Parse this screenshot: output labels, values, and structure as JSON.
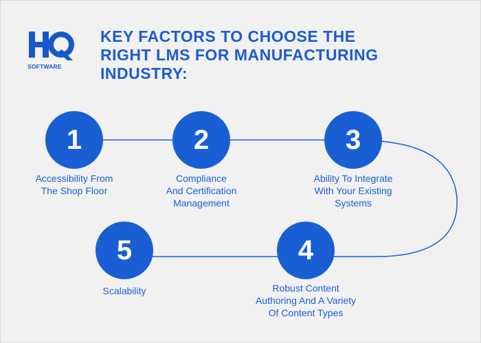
{
  "logo": {
    "mark_text": "HQ",
    "sub_text": "SOFTWARE",
    "color": "#1758c8"
  },
  "title": {
    "lines": [
      "KEY FACTORS TO CHOOSE THE",
      "RIGHT LMS FOR MANUFACTURING",
      "INDUSTRY:"
    ],
    "color": "#1e5bd0"
  },
  "accent_color": "#1a5ed3",
  "steps": [
    {
      "number": "1",
      "label_lines": [
        "Accessibility From",
        "The Shop Floor"
      ]
    },
    {
      "number": "2",
      "label_lines": [
        "Compliance",
        "And Certification",
        "Management"
      ]
    },
    {
      "number": "3",
      "label_lines": [
        "Ability To Integrate",
        "With Your Existing",
        "Systems"
      ]
    },
    {
      "number": "4",
      "label_lines": [
        "Robust Content",
        "Authoring And A Variety",
        "Of Content Types"
      ]
    },
    {
      "number": "5",
      "label_lines": [
        "Scalability"
      ]
    }
  ]
}
